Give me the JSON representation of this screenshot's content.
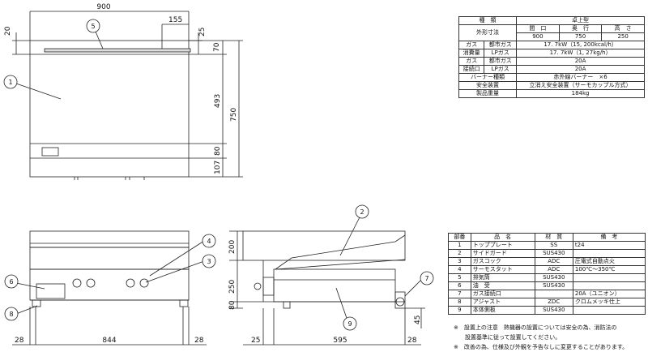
{
  "front_view": {
    "dims": {
      "width": "900",
      "top_gap": "20",
      "plate_offset": "155",
      "top_right": "25",
      "guard_h": "70",
      "body_h": "493",
      "total_h": "750",
      "lower_h": "80",
      "foot_h": "107"
    },
    "callouts": [
      "1",
      "5"
    ]
  },
  "lower_front": {
    "dims": {
      "left": "28",
      "span": "844",
      "right": "28"
    },
    "callouts": [
      "4",
      "3",
      "6",
      "8"
    ]
  },
  "side_view": {
    "dims": {
      "top": "200",
      "mid": "250",
      "bottom": "80",
      "left": "25",
      "depth": "595",
      "right": "28",
      "foot": "45"
    },
    "callouts": [
      "2",
      "7",
      "9"
    ]
  },
  "spec_table": {
    "rows": [
      [
        "種　類",
        "卓上型"
      ],
      [
        "外形寸法",
        "間　口",
        "奥　行",
        "高　さ"
      ],
      [
        "",
        "900",
        "750",
        "250"
      ],
      [
        "ガス",
        "都市ガス",
        "17. 7kW（15, 200kcal/h）"
      ],
      [
        "消費量",
        "LPガス",
        "17. 7kW（1, 27kg/h）"
      ],
      [
        "ガス",
        "都市ガス",
        "20A"
      ],
      [
        "接続口",
        "LPガス",
        "20A"
      ],
      [
        "バーナー種類",
        "赤外線バーナー　×6"
      ],
      [
        "安全装置",
        "立消え安全装置（サーモカップル方式）"
      ],
      [
        "製品重量",
        "184kg"
      ]
    ]
  },
  "parts_table": {
    "header": [
      "部番",
      "品　名",
      "材　質",
      "備　考"
    ],
    "rows": [
      [
        "1",
        "トッププレート",
        "SS",
        "t24"
      ],
      [
        "2",
        "サイドガード",
        "SUS430",
        ""
      ],
      [
        "3",
        "ガスコック",
        "ADC",
        "圧電式自動点火"
      ],
      [
        "4",
        "サーモスタット",
        "ADC",
        "100℃〜350℃"
      ],
      [
        "5",
        "排気筒",
        "SUS430",
        ""
      ],
      [
        "6",
        "油　受",
        "SUS430",
        ""
      ],
      [
        "7",
        "ガス接続口",
        "",
        "20A（ユニオン）"
      ],
      [
        "8",
        "アジャスト",
        "ZDC",
        "クロムメッキ仕上"
      ],
      [
        "9",
        "本体側板",
        "SUS430",
        ""
      ]
    ]
  },
  "notes": [
    "※　設置上の注意　熱機器の設置については安全の為、消防法の",
    "　　設置基準に従って設置してください。",
    "※　改善の為、仕様及び外観を予告なしに変更することがあります。"
  ]
}
